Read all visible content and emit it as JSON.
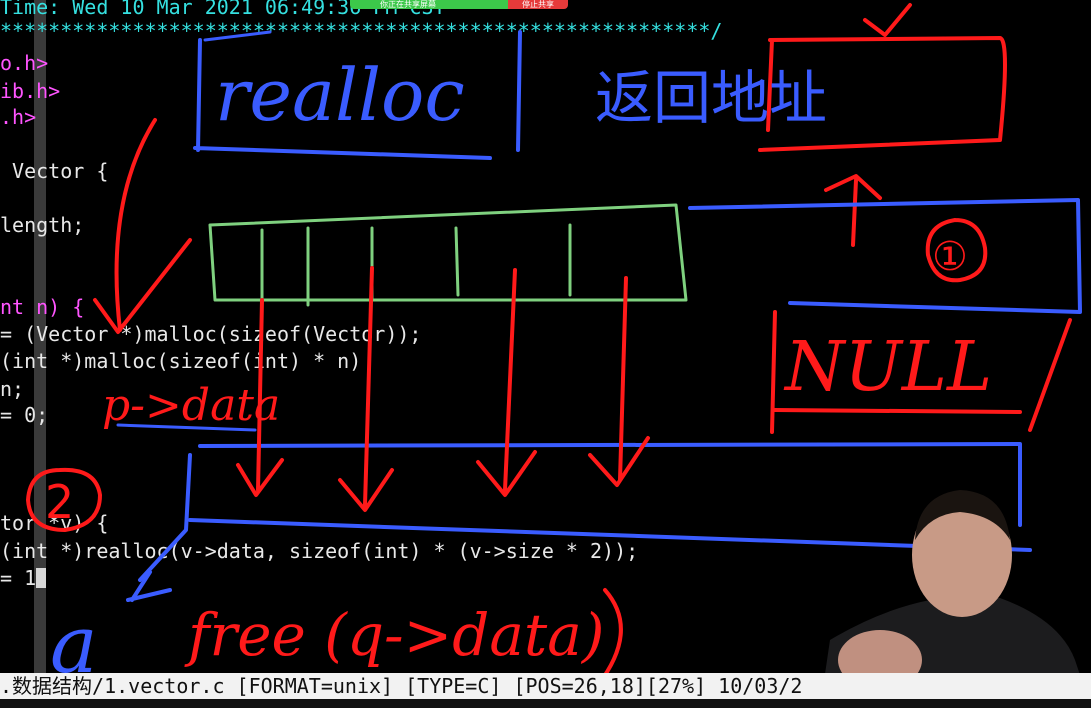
{
  "terminal": {
    "header_line": "Time: Wed 10 Mar 2021 06:49:36 PM CST",
    "star_line": "***********************************************************/",
    "lines": [
      {
        "pre": "o.h>",
        "kw": "",
        "post": ""
      },
      {
        "pre": "ib.h>",
        "kw": "",
        "post": ""
      },
      {
        "pre": ".h>",
        "kw": "",
        "post": ""
      },
      {
        "pre": " Vector {",
        "kw": "",
        "post": ""
      },
      {
        "pre": "length;",
        "kw": "",
        "post": ""
      },
      {
        "pre": "nt n) {",
        "kw": "",
        "post": ""
      },
      {
        "pre": "= (Vector *)malloc(sizeof(Vector));",
        "kw": "",
        "post": ""
      },
      {
        "pre": "(int *)malloc(sizeof(int) * n)",
        "kw": "",
        "post": ""
      },
      {
        "pre": "n;",
        "kw": "",
        "post": ""
      },
      {
        "pre": "= 0;",
        "kw": "",
        "post": ""
      },
      {
        "pre": "tor *v) {",
        "kw": "",
        "post": ""
      },
      {
        "pre": "(int *)realloc(v->data, sizeof(int) * (v->size * 2));",
        "kw": "",
        "post": ""
      },
      {
        "pre": "= 1;",
        "kw": "",
        "post": ""
      }
    ]
  },
  "share_bar": {
    "left_label": "你正在共享屏幕",
    "right_label": "停止共享"
  },
  "status_bar": {
    "text": ".数据结构/1.vector.c [FORMAT=unix] [TYPE=C] [POS=26,18][27%] 10/03/2"
  },
  "annotations": {
    "realloc": "realloc",
    "return_addr": "返回地址",
    "circle_one": "①",
    "null": "NULL",
    "circle_two": "2",
    "p_data": "p->data",
    "free_call": "free (q->data)",
    "q_letter": "a"
  },
  "colors": {
    "blue_ink": "#3a5cff",
    "red_ink": "#ff1a1a",
    "green_ink": "#7fd17f"
  }
}
